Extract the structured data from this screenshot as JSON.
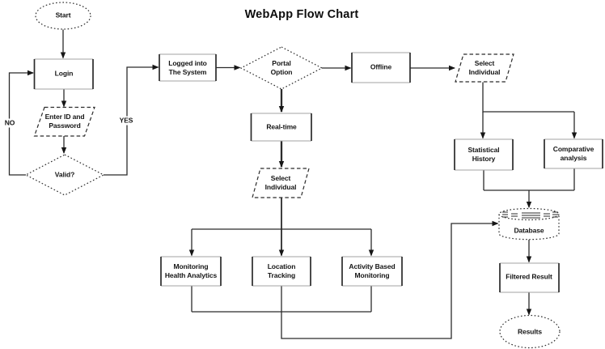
{
  "title": "WebApp Flow Chart",
  "nodes": {
    "start": {
      "label": "Start",
      "shape": "ellipse-dotted"
    },
    "login": {
      "label": "Login",
      "shape": "rect"
    },
    "enter_id": {
      "label": "Enter ID and\nPassword",
      "shape": "parallelogram-dashed"
    },
    "valid": {
      "label": "Valid?",
      "shape": "diamond-dotted"
    },
    "logged_in": {
      "label": "Logged into\nThe System",
      "shape": "rect"
    },
    "portal": {
      "label": "Portal\nOption",
      "shape": "diamond-dotted"
    },
    "offline": {
      "label": "Offline",
      "shape": "rect"
    },
    "select_individual_offline": {
      "label": "Select\nIndividual",
      "shape": "parallelogram-dashed"
    },
    "statistical_history": {
      "label": "Statistical\nHistory",
      "shape": "rect"
    },
    "comparative_analysis": {
      "label": "Comparative\nanalysis",
      "shape": "rect"
    },
    "database": {
      "label": "Database",
      "shape": "cylinder-dotted"
    },
    "filtered_result": {
      "label": "Filtered Result",
      "shape": "rect"
    },
    "results": {
      "label": "Results",
      "shape": "ellipse-dotted"
    },
    "real_time": {
      "label": "Real-time",
      "shape": "rect"
    },
    "select_individual_realtime": {
      "label": "Select\nIndividual",
      "shape": "parallelogram-dashed"
    },
    "monitoring_health": {
      "label": "Monitoring\nHealth Analytics",
      "shape": "rect"
    },
    "location_tracking": {
      "label": "Location\nTracking",
      "shape": "rect"
    },
    "activity_monitoring": {
      "label": "Activity Based\nMonitoring",
      "shape": "rect"
    }
  },
  "branch_labels": {
    "no": "NO",
    "yes": "YES"
  },
  "colors": {
    "stroke": "#2b2b2b",
    "light_stroke": "#a3a3a3",
    "text": "#141414",
    "background": "#ffffff"
  }
}
